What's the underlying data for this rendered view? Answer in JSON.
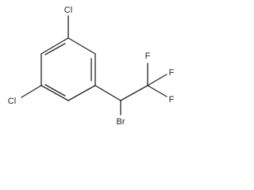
{
  "molecule": {
    "atoms": {
      "cl_top": "Cl",
      "cl_left": "Cl",
      "f_top": "F",
      "f_upper_right": "F",
      "f_lower_right": "F",
      "br_bottom": "Br"
    }
  }
}
